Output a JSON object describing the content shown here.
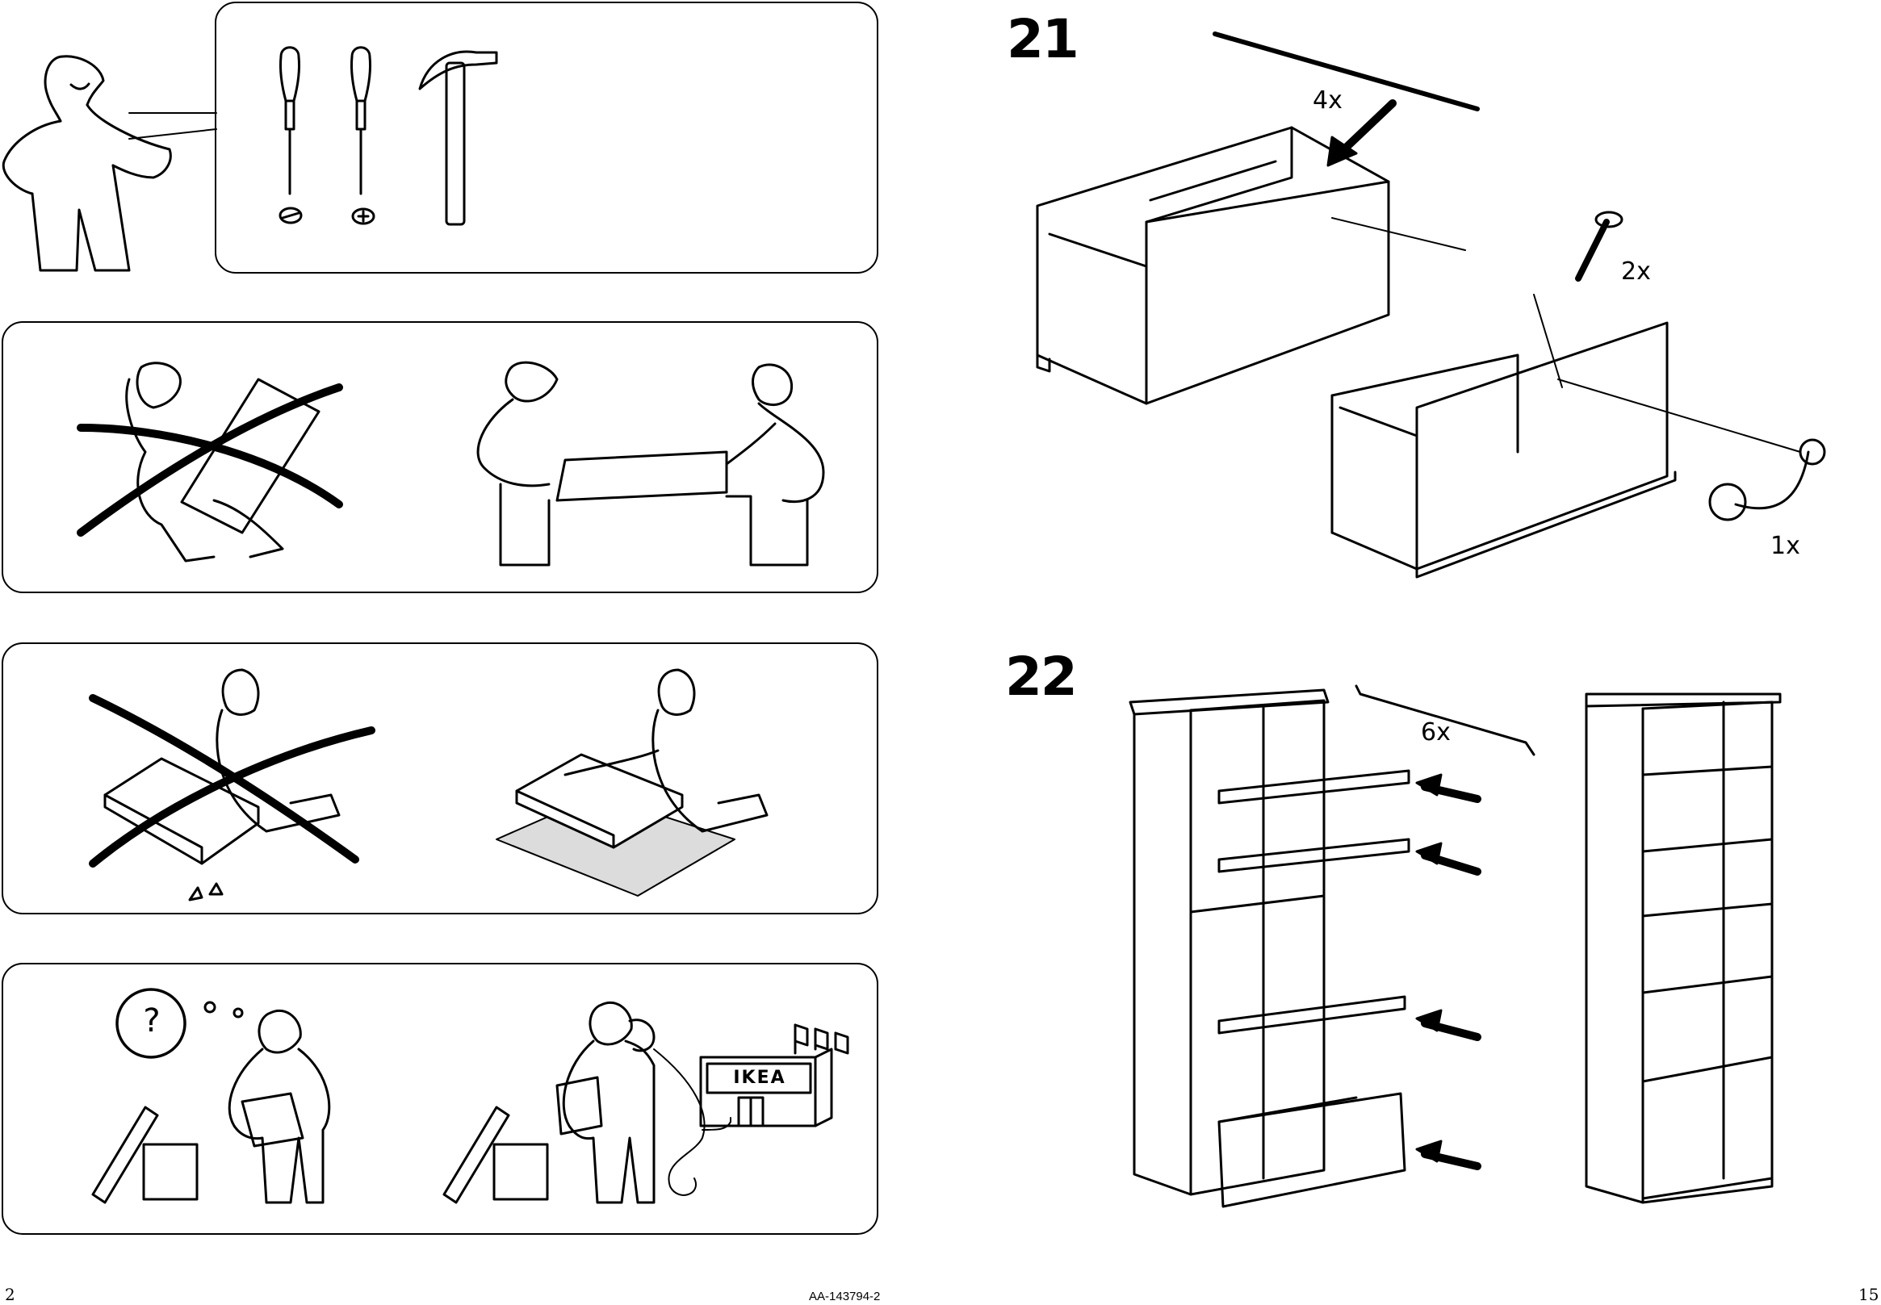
{
  "steps": [
    {
      "number": "21",
      "labels": {
        "rails": "4x",
        "screws": "2x",
        "knob": "1x"
      }
    },
    {
      "number": "22",
      "labels": {
        "supports": "6x"
      }
    }
  ],
  "store_sign": "IKEA",
  "help_symbol": "?",
  "footer": {
    "left_page": "2",
    "code": "AA-143794-2",
    "right_page": "15"
  },
  "icons": [
    "tools-needed-panel",
    "two-person-carry-panel",
    "soft-surface-panel",
    "contact-store-panel",
    "flat-screwdriver-icon",
    "phillips-screwdriver-icon",
    "hammer-icon"
  ]
}
